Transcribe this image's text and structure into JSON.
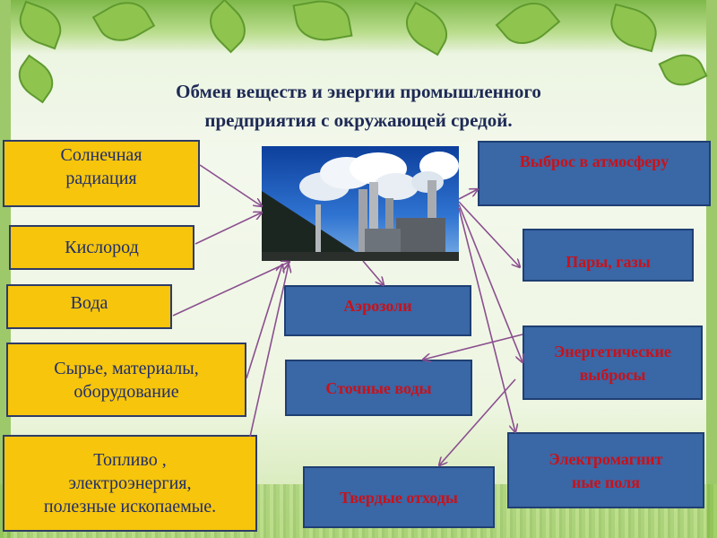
{
  "title": {
    "line1": "Обмен веществ и энергии промышленного",
    "line2": "предприятия с окружающей средой."
  },
  "inputs": [
    {
      "line1": "Солнечная",
      "line2": "радиация"
    },
    {
      "line1": "Кислород"
    },
    {
      "line1": "Вода"
    },
    {
      "line1": "Сырье, материалы,",
      "line2": "оборудование"
    },
    {
      "line1": "Топливо ,",
      "line2": "электроэнергия,",
      "line3": "полезные ископаемые."
    }
  ],
  "outputs": [
    {
      "line1": "Выброс в атмосферу"
    },
    {
      "line1": "Пары, газы"
    },
    {
      "line1": "Аэрозоли"
    },
    {
      "line1": "Энергетические",
      "line2": "выбросы"
    },
    {
      "line1": "Сточные воды"
    },
    {
      "line1": "Электромагнит",
      "line2": "ные поля"
    },
    {
      "line1": "Твердые отходы"
    }
  ],
  "colors": {
    "input_fill": "#f6c50c",
    "output_fill": "#3a67a6",
    "output_text": "#c8121b",
    "title_text": "#1e2a55",
    "arrow": "#8a4f8f"
  },
  "center_image": "industrial plant with smoking chimneys"
}
